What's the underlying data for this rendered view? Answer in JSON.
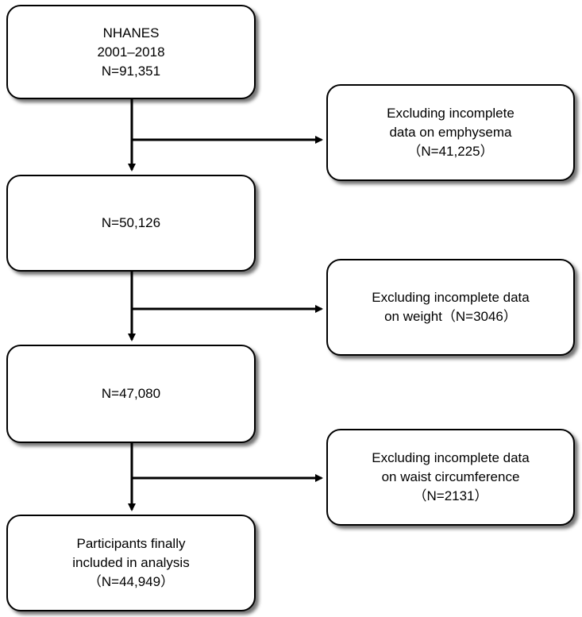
{
  "flowchart": {
    "main_boxes": [
      {
        "lines": [
          "NHANES",
          "2001–2018",
          "N=91,351"
        ]
      },
      {
        "lines": [
          "N=50,126"
        ]
      },
      {
        "lines": [
          "N=47,080"
        ]
      },
      {
        "lines": [
          "Participants finally",
          "included in analysis",
          "（N=44,949）"
        ]
      }
    ],
    "exclusion_boxes": [
      {
        "lines": [
          "Excluding incomplete",
          "data on emphysema",
          "（N=41,225）"
        ]
      },
      {
        "lines": [
          "Excluding incomplete data",
          "on weight（N=3046）"
        ]
      },
      {
        "lines": [
          "Excluding incomplete data",
          "on waist circumference",
          "（N=2131）"
        ]
      }
    ],
    "colors": {
      "border": "#000000",
      "background": "#ffffff",
      "arrow": "#000000"
    }
  }
}
